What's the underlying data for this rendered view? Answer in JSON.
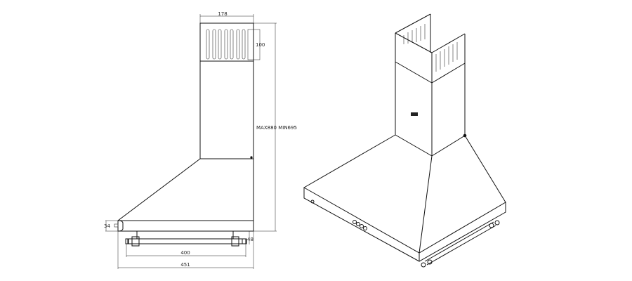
{
  "side_view": {
    "dims": {
      "chimney_width": "178",
      "vent_height": "100",
      "total_height": "MAX880  MIN695",
      "canopy_thickness": "34",
      "rail_offset": "48",
      "rail_length": "400",
      "depth": "451"
    }
  },
  "iso_view": {}
}
